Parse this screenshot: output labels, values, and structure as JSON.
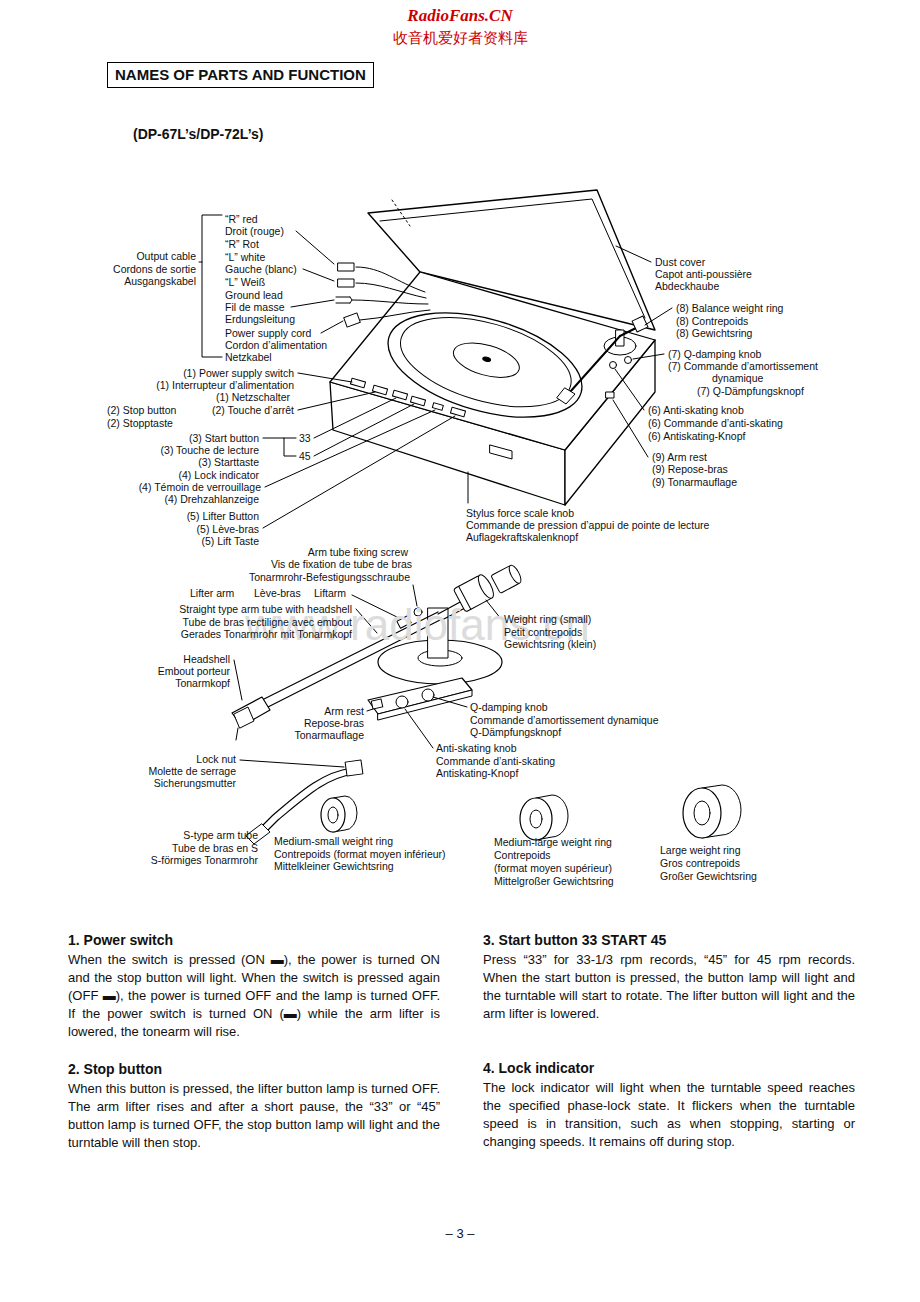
{
  "diagram": {
    "title": "NAMES OF PARTS AND FUNCTION",
    "labels": [
      "RadioFans.CN",
      "收音机爱好者资料库",
      "www.radiofans.cn",
      "(DP-67L’s/DP-72L’s)",
      "“R” red",
      "Droit (rouge)",
      "“R” Rot",
      "“L” white",
      "Gauche (blanc)",
      "“L” Weiß",
      "Ground lead",
      "Fil de masse",
      "Erdungsleitung",
      "Output cable",
      "Cordons de sortie",
      "Ausgangskabel",
      "Power supply cord",
      "Cordon d’alimentation",
      "Netzkabel",
      "(1) Power supply switch",
      "(1) Interrupteur d’alimentation",
      "(1) Netzschalter",
      "(2) Stop button",
      "(2) Touche d’arrêt",
      "(2) Stopptaste",
      "(3) Start button",
      "(3) Touche de lecture",
      "(3) Starttaste",
      "33",
      "45",
      "(4) Lock indicator",
      "(4) Témoin de verrouillage",
      "(4) Drehzahlanzeige",
      "(5) Lifter Button",
      "(5) Lève-bras",
      "(5) Lift Taste",
      "Dust cover",
      "Capot anti-poussière",
      "Abdeckhaube",
      "(8) Balance weight ring",
      "(8) Contrepoids",
      "(8) Gewichtsring",
      "(7) Q-damping knob",
      "(7) Commande d’amortissement",
      "dynamique",
      "(7) Q-Dämpfungsknopf",
      "(6) Anti-skating knob",
      "(6) Commande d’anti-skating",
      "(6) Antiskating-Knopf",
      "(9) Arm rest",
      "(9) Repose-bras",
      "(9) Tonarmauflage",
      "Stylus force scale knob",
      "Commande de pression d’appui de pointe de lecture",
      "Auflagekraftskalenknopf",
      "Arm tube fixing screw",
      "Vis de fixation de tube de bras",
      "Tonarmrohr-Befestigungsschraube",
      "Lifter arm",
      "Lève-bras",
      "Liftarm",
      "Straight type arm tube with headshell",
      "Tube de bras rectiligne avec embout",
      "Gerades Tonarmrohr mit Tonarmkopf",
      "Weight ring (small)",
      "Petit contrepoids",
      "Gewichtsring (klein)",
      "Headshell",
      "Embout porteur",
      "Tonarmkopf",
      "Arm rest",
      "Repose-bras",
      "Tonarmauflage",
      "Q-damping knob",
      "Commande d’amortissement dynamique",
      "Q-Dämpfungsknopf",
      "Anti-skating knob",
      "Commande d’anti-skating",
      "Antiskating-Knopf",
      "Lock nut",
      "Molette de serrage",
      "Sicherungsmutter",
      "S-type arm tube",
      "Tube de bras en S",
      "S-förmiges Tonarmrohr",
      "Medium-small weight ring",
      "Contrepoids (format moyen inférieur)",
      "Mittelkleiner Gewichtsring",
      "Medium-large weight ring",
      "Contrepoids",
      "(format moyen supérieur)",
      "Mittelgroßer Gewichtsring",
      "Large weight ring",
      "Gros contrepoids",
      "Großer Gewichtsring",
      "1. Power switch",
      "When the switch is pressed (ON ▬), the power is turned ON and the stop button will light. When the switch is pressed again (OFF ▬), the power is turned OFF and the lamp is turned OFF. If the power switch is turned ON (▬) while the arm lifter is lowered, the tonearm will rise.",
      "2. Stop button",
      "When this button is pressed, the lifter button lamp is turned OFF. The arm lifter rises and after a short pause, the “33” or “45” button lamp is turned OFF, the stop button lamp will light and the turntable will then stop.",
      "3. Start button 33 START 45",
      "Press “33” for 33-1/3 rpm records, “45” for 45 rpm records. When the start button is pressed, the button lamp will light and the turntable will start to rotate. The lifter button will light and the arm lifter is lowered.",
      "4. Lock indicator",
      "The lock indicator will light when the turntable speed reaches the specified phase-lock state. It flickers when the turntable speed is in transition, such as when stopping, starting or changing speeds. It remains off during stop.",
      "– 3 –"
    ]
  }
}
